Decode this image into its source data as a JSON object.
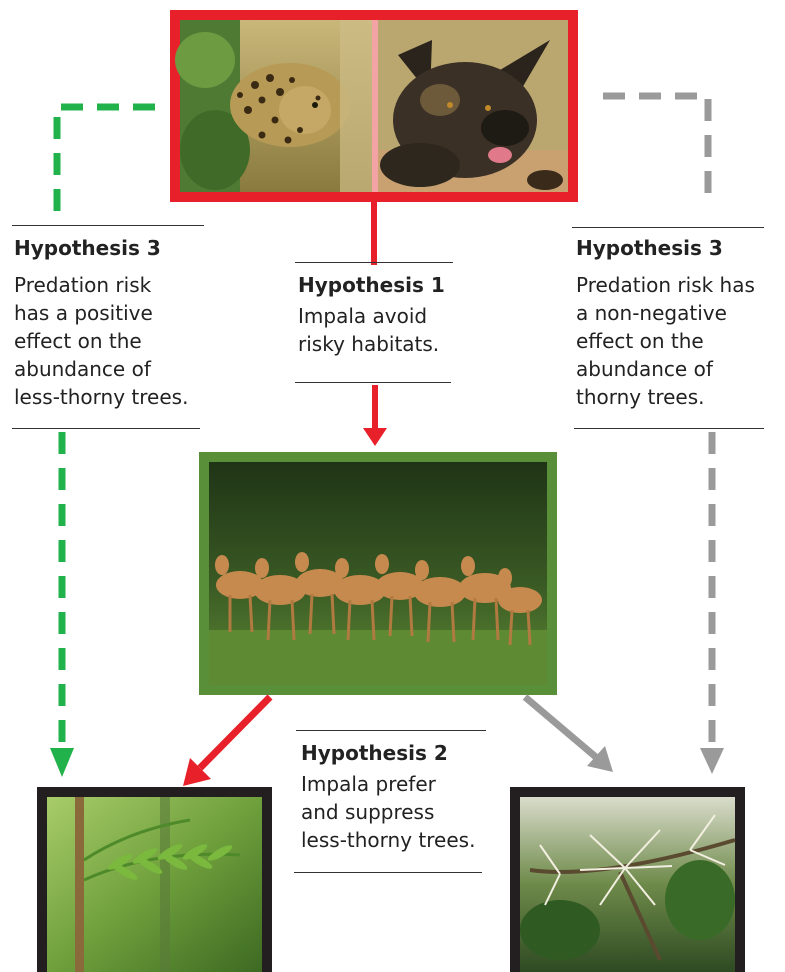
{
  "hypotheses": {
    "h3_left": {
      "title": "Hypothesis 3",
      "lines": [
        "Predation risk",
        "has a positive",
        "effect on the",
        "abundance of",
        "less-thorny trees."
      ]
    },
    "h1": {
      "title": "Hypothesis 1",
      "lines": [
        "Impala avoid",
        "risky habitats."
      ]
    },
    "h3_right": {
      "title": "Hypothesis 3",
      "lines": [
        "Predation risk has",
        "a non-negative",
        "effect on the",
        "abundance of",
        "thorny trees."
      ]
    },
    "h2": {
      "title": "Hypothesis 2",
      "lines": [
        "Impala prefer",
        "and suppress",
        "less-thorny trees."
      ]
    }
  },
  "colors": {
    "predator_frame": "#e8202a",
    "impala_frame": "#5a8f3a",
    "tree_frame": "#231f20",
    "green_arrow": "#22b24c",
    "red_arrow": "#e8202a",
    "gray_arrow": "#9a9a9a"
  },
  "images": {
    "leopard": "leopard photo",
    "wild_dog": "wild dog photo",
    "impala": "impala herd photo",
    "less_thorny_tree": "less-thorny tree photo",
    "thorny_tree": "thorny tree photo"
  }
}
